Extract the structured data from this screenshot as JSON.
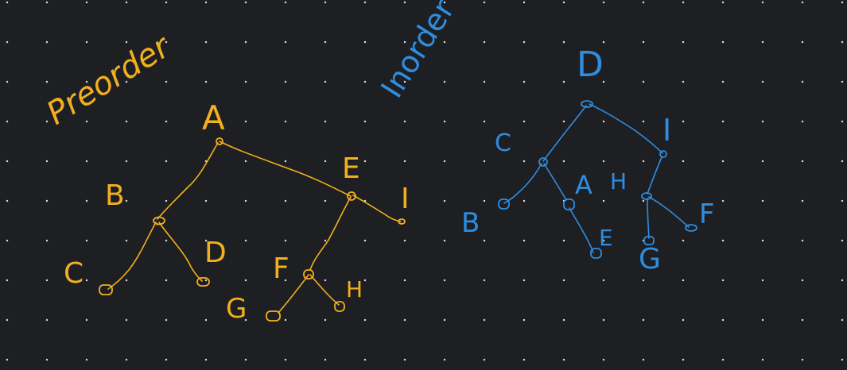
{
  "colors": {
    "background": "#1e1f22",
    "grid_dot": "#d8d8d8",
    "preorder": "#f2b01e",
    "inorder": "#2f8de0"
  },
  "preorder_tree": {
    "heading": "Preorder",
    "nodes": [
      "A",
      "B",
      "C",
      "D",
      "E",
      "F",
      "G",
      "H",
      "I"
    ],
    "edges": [
      [
        "A",
        "B"
      ],
      [
        "A",
        "E"
      ],
      [
        "B",
        "C"
      ],
      [
        "B",
        "D"
      ],
      [
        "E",
        "F"
      ],
      [
        "E",
        "I"
      ],
      [
        "F",
        "G"
      ],
      [
        "F",
        "H"
      ]
    ]
  },
  "inorder_tree": {
    "heading": "Inorder",
    "nodes": [
      "D",
      "C",
      "B",
      "A",
      "E",
      "H",
      "G",
      "F",
      "I"
    ],
    "edges": [
      [
        "D",
        "C"
      ],
      [
        "D",
        "I"
      ],
      [
        "C",
        "B"
      ],
      [
        "C",
        "A"
      ],
      [
        "A",
        "E"
      ],
      [
        "I",
        "H"
      ],
      [
        "H",
        "G"
      ],
      [
        "H",
        "F"
      ]
    ]
  }
}
